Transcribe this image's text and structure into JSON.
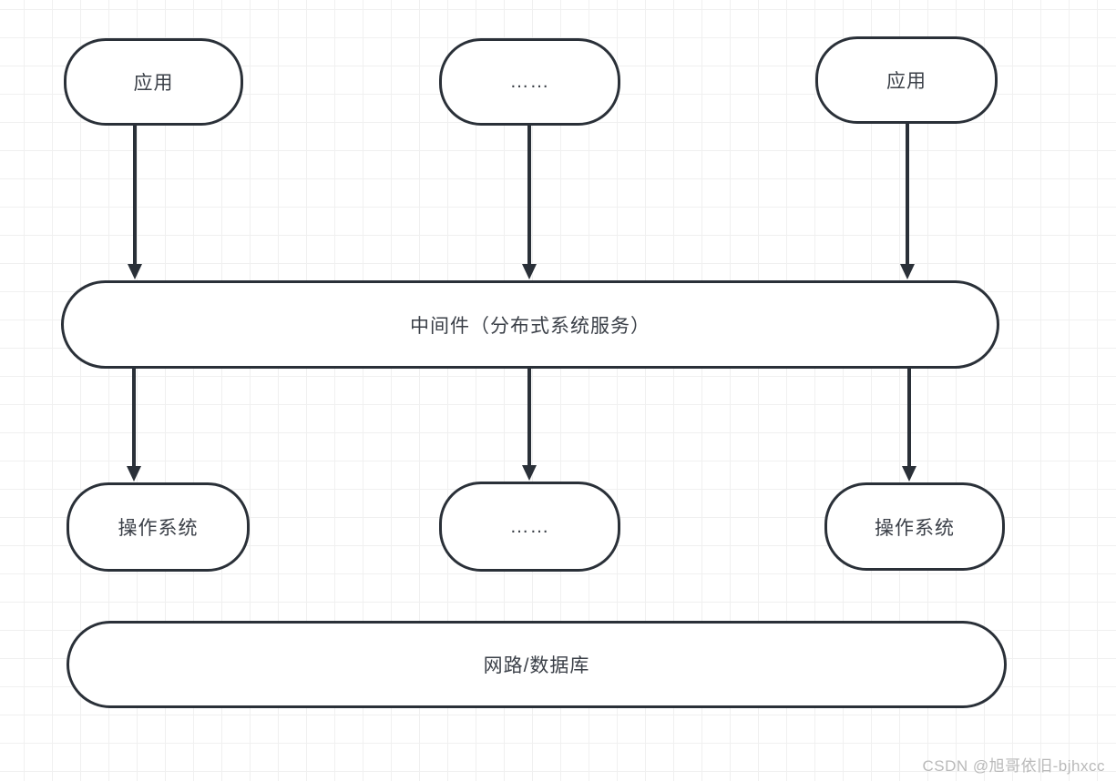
{
  "diagram": {
    "nodes": {
      "app_left": {
        "label": "应用"
      },
      "dots_top": {
        "label": "……"
      },
      "app_right": {
        "label": "应用"
      },
      "middleware": {
        "label": "中间件（分布式系统服务）"
      },
      "os_left": {
        "label": "操作系统"
      },
      "dots_bottom": {
        "label": "……"
      },
      "os_right": {
        "label": "操作系统"
      },
      "network_db": {
        "label": "网路/数据库"
      }
    },
    "edges": [
      {
        "from": "app_left",
        "to": "middleware"
      },
      {
        "from": "dots_top",
        "to": "middleware"
      },
      {
        "from": "app_right",
        "to": "middleware"
      },
      {
        "from": "middleware",
        "to": "os_left"
      },
      {
        "from": "middleware",
        "to": "dots_bottom"
      },
      {
        "from": "middleware",
        "to": "os_right"
      }
    ],
    "colors": {
      "stroke": "#2a3038",
      "text": "#3a3f47",
      "grid": "#f0f0f0",
      "background": "#ffffff",
      "watermark": "#b9b9b9"
    }
  },
  "watermark": {
    "text": "CSDN @旭哥依旧-bjhxcc"
  }
}
